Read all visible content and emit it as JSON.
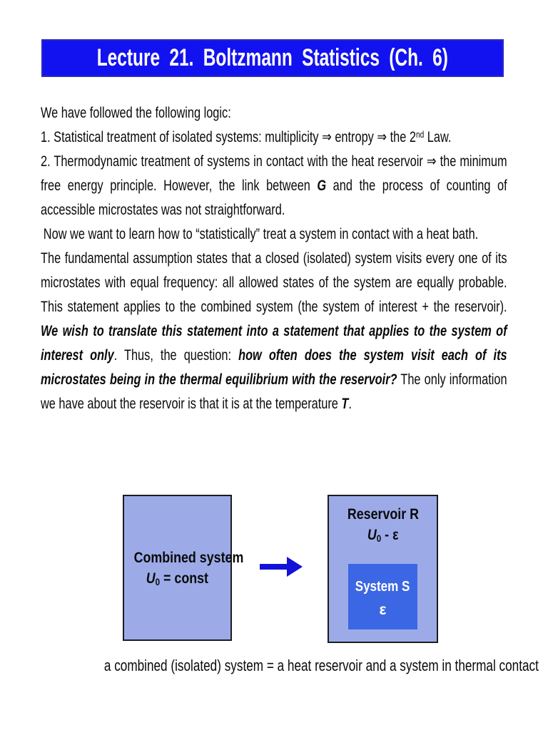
{
  "slide": {
    "title": "Lecture 21. Boltzmann Statistics (Ch. 6)"
  },
  "body": {
    "intro": "We have followed the following logic:",
    "item1_pre": "1. Statistical treatment of isolated systems: multiplicity ⇒ entropy ⇒ the 2",
    "item1_sup": "nd",
    "item1_post": " Law.",
    "item2_pre": "2. Thermodynamic treatment of systems in contact with the heat reservoir ⇒ the minimum free energy principle. However, the link between ",
    "item2_G": "G",
    "item2_post": " and the process of counting of accessible microstates was not straightforward.",
    "para_now": "Now we want to learn how to “statistically” treat a system in contact with a heat bath.",
    "fund_s1": "The fundamental assumption states that a closed (isolated) system visits every one of its microstates with equal frequency: all allowed states of the system are equally probable. This statement applies to the combined system (the system of interest + the reservoir). ",
    "fund_b1": "We wish to translate this statement into a statement that applies to the system of interest only",
    "fund_s2": ". Thus, the question: ",
    "fund_b2": "how often does the system visit each of its microstates being in the thermal equilibrium with the reservoir?",
    "fund_s3": " The only information we have about the reservoir is that it is at the temperature ",
    "fund_b3": "T",
    "fund_s4": "."
  },
  "diagram": {
    "combined_box": {
      "title": "Combined system",
      "u": "U",
      "u_sub": "0",
      "u_rest": " = const"
    },
    "reservoir_box": {
      "title": "Reservoir R",
      "u": "U",
      "u_sub": "0",
      "u_rest": " - ε"
    },
    "system_box": {
      "title": "System S",
      "energy": "ε"
    },
    "caption": "a combined (isolated) system = a heat reservoir and a system in thermal contact"
  },
  "colors": {
    "title_bar": "#1212f0",
    "box_fill": "#9cabe8",
    "system_fill": "#3c67e4",
    "arrow": "#1212d8"
  }
}
